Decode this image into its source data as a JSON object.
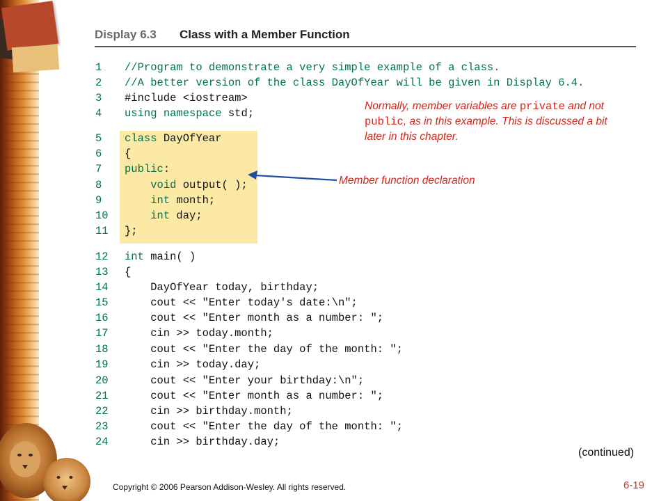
{
  "header": {
    "display_number": "Display 6.3",
    "display_title": "Class with a Member Function"
  },
  "code_lines": [
    {
      "num": "1",
      "text": "//Program to demonstrate a very simple example of a class."
    },
    {
      "num": "2",
      "text": "//A better version of the class DayOfYear will be given in Display 6.4."
    },
    {
      "num": "3",
      "text": "#include <iostream>"
    },
    {
      "num": "4",
      "text": "using namespace std;"
    },
    {
      "num": "5",
      "text": "class DayOfYear"
    },
    {
      "num": "6",
      "text": "{"
    },
    {
      "num": "7",
      "text": "public:"
    },
    {
      "num": "8",
      "text": "    void output( );"
    },
    {
      "num": "9",
      "text": "    int month;"
    },
    {
      "num": "10",
      "text": "    int day;"
    },
    {
      "num": "11",
      "text": "};"
    },
    {
      "num": "12",
      "text": "int main( )"
    },
    {
      "num": "13",
      "text": "{"
    },
    {
      "num": "14",
      "text": "    DayOfYear today, birthday;"
    },
    {
      "num": "15",
      "text": "    cout << \"Enter today's date:\\n\";"
    },
    {
      "num": "16",
      "text": "    cout << \"Enter month as a number: \";"
    },
    {
      "num": "17",
      "text": "    cin >> today.month;"
    },
    {
      "num": "18",
      "text": "    cout << \"Enter the day of the month: \";"
    },
    {
      "num": "19",
      "text": "    cin >> today.day;"
    },
    {
      "num": "20",
      "text": "    cout << \"Enter your birthday:\\n\";"
    },
    {
      "num": "21",
      "text": "    cout << \"Enter month as a number: \";"
    },
    {
      "num": "22",
      "text": "    cin >> birthday.month;"
    },
    {
      "num": "23",
      "text": "    cout << \"Enter the day of the month: \";"
    },
    {
      "num": "24",
      "text": "    cin >> birthday.day;"
    }
  ],
  "annotations": {
    "note_part1": "Normally, member variables are ",
    "note_private": "private",
    "note_part2": " and not ",
    "note_public": "public",
    "note_part3": ", as in this example. This is discussed a bit later in this chapter.",
    "arrow_label": "Member function declaration"
  },
  "footer": {
    "continued": "(continued)",
    "copyright": "Copyright © 2006 Pearson Addison-Wesley. All rights reserved.",
    "page_number": "6-19"
  },
  "colors": {
    "line_number": "#00724b",
    "annotation": "#d42418",
    "highlight": "#fde9a6",
    "arrow": "#1f4e9c"
  }
}
